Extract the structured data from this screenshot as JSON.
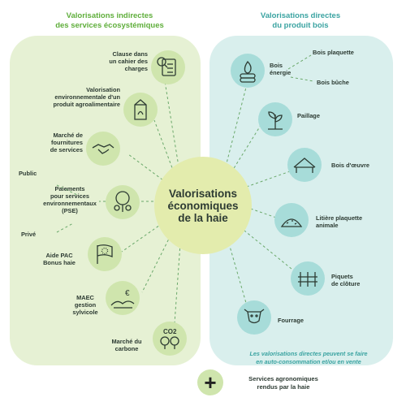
{
  "headers": {
    "left": "Valorisations indirectes\ndes services écosystémiques",
    "right": "Valorisations directes\ndu produit bois"
  },
  "center": {
    "title": "Valorisations\néconomiques\nde la haie"
  },
  "left_items": [
    {
      "label": "Clause dans\nun cahier des\ncharges",
      "icon": "magnifier-checklist-icon"
    },
    {
      "label": "Valorisation\nenvironnementale d'un\nproduit agroalimentaire",
      "icon": "milk-carton-icon"
    },
    {
      "label": "Marché de\nfournitures\nde services",
      "icon": "handshake-icon"
    },
    {
      "label": "Paiements\npour services\nenvironnementaux\n(PSE)",
      "icon": "tree-coins-icon"
    },
    {
      "label": "Aide PAC\nBonus haie",
      "icon": "eu-flag-icon"
    },
    {
      "label": "MAEC\ngestion\nsylvicole",
      "icon": "landscape-euro-icon"
    },
    {
      "label": "Marché du\ncarbone",
      "icon": "co2-trees-icon"
    }
  ],
  "pse_branches": {
    "public": "Public",
    "prive": "Privé"
  },
  "right_items": [
    {
      "label": "Bois\nénergie",
      "icon": "flame-logs-icon"
    },
    {
      "label": "Paillage",
      "icon": "sprout-icon"
    },
    {
      "label": "Bois d'œuvre",
      "icon": "roof-frame-icon"
    },
    {
      "label": "Litière plaquette\nanimale",
      "icon": "wood-chip-pile-icon"
    },
    {
      "label": "Piquets\nde clôture",
      "icon": "fence-icon"
    },
    {
      "label": "Fourrage",
      "icon": "cow-icon"
    }
  ],
  "bois_energie_branches": {
    "plaquette": "Bois plaquette",
    "buche": "Bois bûche"
  },
  "note": "Les valorisations directes peuvent se faire\nen auto-consommation et/ou en vente",
  "bottom": {
    "symbol": "+",
    "label": "Services agronomiques\nrendus par la haie"
  },
  "colors": {
    "left_panel": "#e6f1d4",
    "right_panel": "#d9efed",
    "green_header": "#5fae3b",
    "teal_header": "#3aa3a1",
    "center": "#e3ecad"
  }
}
